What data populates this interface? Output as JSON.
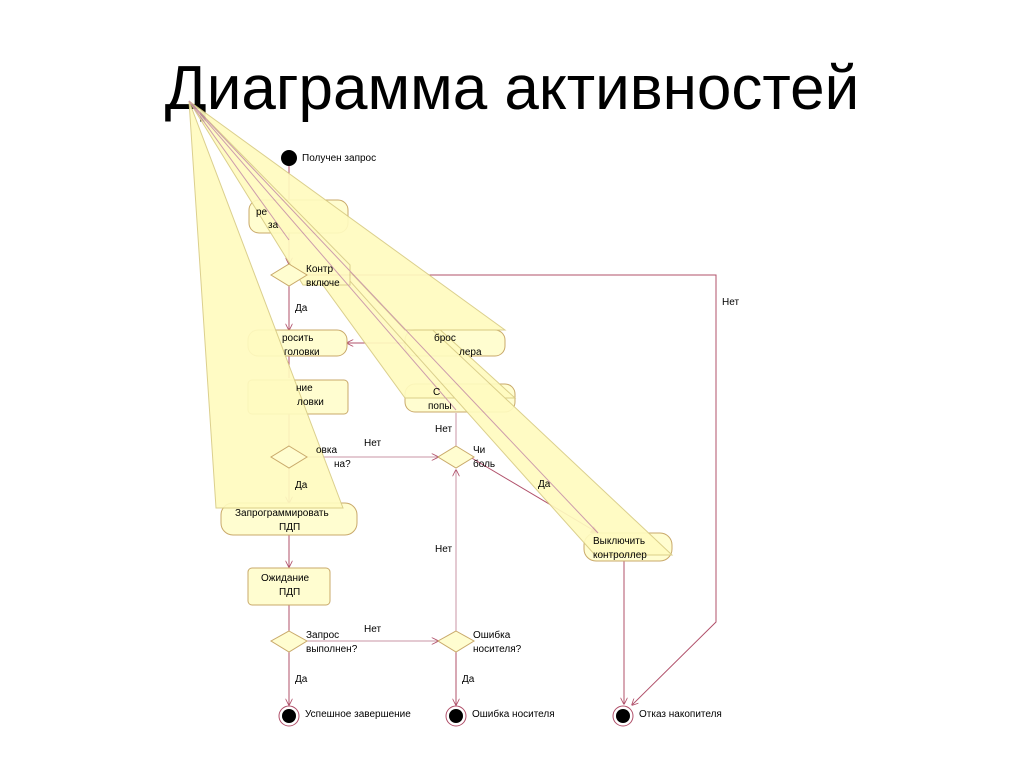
{
  "slide": {
    "title": "Диаграмма активностей"
  },
  "diagram": {
    "colors": {
      "flow": "#b0506a",
      "node_fill": "#fffdd0",
      "node_border": "#c9a96a",
      "callout_fill": "#fffbc0"
    },
    "start": {
      "label": "Получен запрос"
    },
    "ends": {
      "success": "Успешное завершение",
      "media_error": "Ошибка носителя",
      "drive_fail": "Отказ накопителя"
    },
    "activities": {
      "a_top_line1": "ре",
      "a_top_line2": "за",
      "ask_head_line1": "росить",
      "ask_head_line2": "головки",
      "wait_head_line1": "ние",
      "wait_head_line2": "ловки",
      "reset_line1": "брос",
      "reset_line2": "лера",
      "retry_line1": "С",
      "retry_line2": "попы",
      "program_line1": "Запрограммировать",
      "program_line2": "ПДП",
      "wait_dma_line1": "Ожидание",
      "wait_dma_line2": "ПДП",
      "off_ctrl_line1": "Выключить",
      "off_ctrl_line2": "контроллер"
    },
    "decisions": {
      "ctrl_on_line1": "Контр",
      "ctrl_on_line2": "включе",
      "head_set_line1": "овка",
      "head_set_line2": "на?",
      "count_line1": "Чи",
      "count_line2": "боль",
      "req_done_line1": "Запрос",
      "req_done_line2": "выполнен?",
      "media_err_line1": "Ошибка",
      "media_err_line2": "носителя?"
    },
    "edges": {
      "yes": "Да",
      "no": "Нет"
    }
  }
}
